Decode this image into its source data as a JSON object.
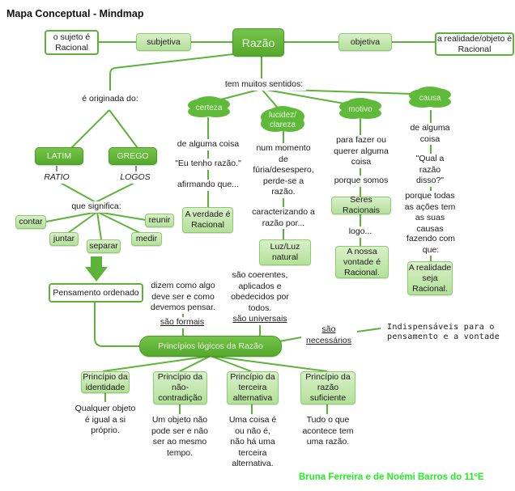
{
  "title": "Mapa Conceptual - Mindmap",
  "central": "Razão",
  "top": {
    "left_link": "subjetiva",
    "left_node": "o sujeto é Racional",
    "right_link": "objetiva",
    "right_node": "a realidade/objeto é Racional"
  },
  "origin": {
    "label": "é originada do:",
    "latim": "LATIM",
    "grego": "GREGO",
    "ratio": "RATIO",
    "logos": "LOGOS",
    "meaning_label": "que significa:",
    "meanings": [
      "contar",
      "juntar",
      "separar",
      "medir",
      "reunir"
    ],
    "result": "Pensamento ordenado"
  },
  "senses": {
    "label": "tem muitos sentidos:",
    "certeza": {
      "cloud": "certeza",
      "t1": "de alguma coisa",
      "t2": "\"Eu tenho razão.\"",
      "t3": "afirmando que...",
      "box": "A verdade é Racional"
    },
    "lucidez": {
      "cloud": "lucidez/ clareza",
      "t1": "num momento de fúria/desespero, perde-se a razão.",
      "t2": "caracterizando a razão por...",
      "box": "Luz/Luz natural"
    },
    "motivo": {
      "cloud": "motivo",
      "t1": "para fazer ou querer alguma coisa",
      "t2": "porque somos",
      "box1": "Seres Racionais",
      "t3": "logo...",
      "box2": "A nossa vontade é Racional."
    },
    "causa": {
      "cloud": "causa",
      "t1": "de alguma coisa",
      "t2": "\"Qual a razão disso?\"",
      "t3": "porque todas as ações tem as suas causas",
      "t4": "fazendo com que:",
      "box": "A realidade seja Racional."
    }
  },
  "principles": {
    "hub": "Princípios lógicos da Razão",
    "formais_desc": "dizem como algo deve ser e como devemos pensar.",
    "formais": "são formais",
    "universais_desc": "são coerentes, aplicados e obedecidos por todos.",
    "universais": "são universais",
    "necessarios": "são necessários",
    "necessarios_desc": "Indispensáveis para o pensamento e a vontade",
    "items": [
      {
        "name": "Princípio da identidade",
        "desc": "Qualquer objeto é igual a si próprio."
      },
      {
        "name": "Princípio da não-contradição",
        "desc": "Um objeto não pode ser e não ser ao mesmo tempo."
      },
      {
        "name": "Princípio da terceira alternativa",
        "desc": "Uma coisa é ou não é, não há uma terceira alternativa."
      },
      {
        "name": "Princípio da razão suficiente",
        "desc": "Tudo o que acontece tem uma razão."
      }
    ]
  },
  "footer": "Bruna Ferreira e de Noémi Barros do 11ºE",
  "colors": {
    "line": "#5db33a",
    "dark_node": "#5fb236",
    "light_node": "#c6e8b0",
    "footer": "#22ee22"
  }
}
